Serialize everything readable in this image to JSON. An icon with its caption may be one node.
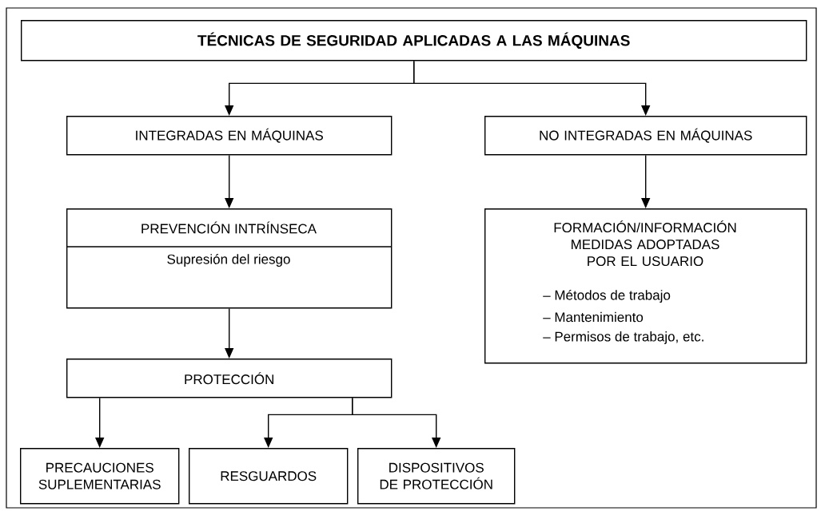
{
  "diagram": {
    "nodes": [
      {
        "text": [
          "TÉCNICAS DE SEGURIDAD APLICADAS A LAS MÁQUINAS"
        ]
      },
      {
        "text": [
          "INTEGRADAS EN MÁQUINAS"
        ]
      },
      {
        "text": [
          "NO INTEGRADAS EN MÁQUINAS"
        ]
      },
      {
        "text": [
          "PREVENCIÓN INTRÍNSECA",
          "Supresión del riesgo"
        ]
      },
      {
        "text": [
          "FORMACIÓN/INFORMACIÓN",
          "MEDIDAS ADOPTADAS POR EL USUARIO",
          "– Métodos de trabajo",
          "– Mantenimiento",
          "– Permisos de trabajo, etc."
        ]
      },
      {
        "text": [
          "PROTECCIÓN"
        ]
      },
      {
        "text": [
          "PRECAUCIONES SUPLEMENTARIAS"
        ]
      },
      {
        "text": [
          "RESGUARDOS"
        ]
      },
      {
        "text": [
          "DISPOSITIVOS DE PROTECCIÓN"
        ]
      }
    ],
    "edges": [
      {
        "from": 0,
        "to": 1,
        "arrow": "to"
      },
      {
        "from": 0,
        "to": 2,
        "arrow": "to"
      },
      {
        "from": 1,
        "to": 3,
        "arrow": "to"
      },
      {
        "from": 2,
        "to": 4,
        "arrow": "to"
      },
      {
        "from": 3,
        "to": 5,
        "arrow": "to"
      },
      {
        "from": 5,
        "to": 6,
        "arrow": "to"
      },
      {
        "from": 5,
        "to": 7,
        "arrow": "to"
      },
      {
        "from": 5,
        "to": 8,
        "arrow": "to"
      }
    ]
  }
}
